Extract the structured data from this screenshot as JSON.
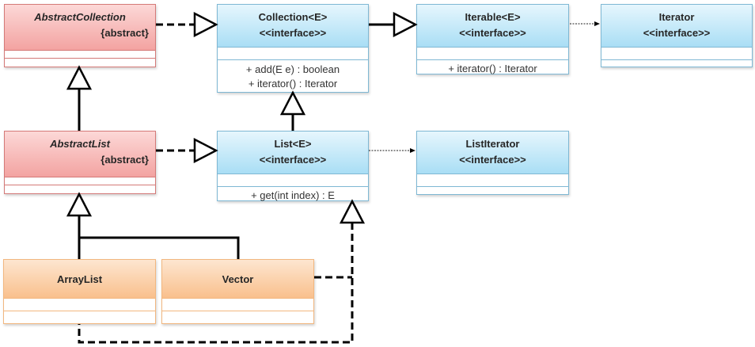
{
  "diagram": {
    "type": "UML class diagram",
    "classes": [
      {
        "id": "abstract-collection",
        "name": "AbstractCollection",
        "stereotype": "{abstract}",
        "kind": "abstract",
        "attributes": [],
        "operations": []
      },
      {
        "id": "collection",
        "name": "Collection<E>",
        "stereotype": "<<interface>>",
        "kind": "interface",
        "attributes": [],
        "operations": [
          "+ add(E e) : boolean",
          "+ iterator() : Iterator"
        ]
      },
      {
        "id": "iterable",
        "name": "Iterable<E>",
        "stereotype": "<<interface>>",
        "kind": "interface",
        "attributes": [],
        "operations": [
          "+ iterator() : Iterator"
        ]
      },
      {
        "id": "iterator",
        "name": "Iterator",
        "stereotype": "<<interface>>",
        "kind": "interface",
        "attributes": [],
        "operations": []
      },
      {
        "id": "abstract-list",
        "name": "AbstractList",
        "stereotype": "{abstract}",
        "kind": "abstract",
        "attributes": [],
        "operations": []
      },
      {
        "id": "list",
        "name": "List<E>",
        "stereotype": "<<interface>>",
        "kind": "interface",
        "attributes": [],
        "operations": [
          "+ get(int index) : E"
        ]
      },
      {
        "id": "list-iterator",
        "name": "ListIterator",
        "stereotype": "<<interface>>",
        "kind": "interface",
        "attributes": [],
        "operations": []
      },
      {
        "id": "array-list",
        "name": "ArrayList",
        "stereotype": "",
        "kind": "concrete",
        "attributes": [],
        "operations": []
      },
      {
        "id": "vector",
        "name": "Vector",
        "stereotype": "",
        "kind": "concrete",
        "attributes": [],
        "operations": []
      }
    ],
    "relationships": [
      {
        "from": "abstract-collection",
        "to": "collection",
        "type": "realization"
      },
      {
        "from": "collection",
        "to": "iterable",
        "type": "generalization"
      },
      {
        "from": "iterable",
        "to": "iterator",
        "type": "dependency"
      },
      {
        "from": "abstract-list",
        "to": "abstract-collection",
        "type": "generalization"
      },
      {
        "from": "abstract-list",
        "to": "list",
        "type": "realization"
      },
      {
        "from": "list",
        "to": "collection",
        "type": "generalization"
      },
      {
        "from": "list",
        "to": "list-iterator",
        "type": "dependency"
      },
      {
        "from": "array-list",
        "to": "abstract-list",
        "type": "generalization"
      },
      {
        "from": "vector",
        "to": "abstract-list",
        "type": "generalization"
      },
      {
        "from": "array-list",
        "to": "list",
        "type": "realization"
      },
      {
        "from": "vector",
        "to": "list",
        "type": "realization"
      }
    ],
    "colors": {
      "abstract_fill": "#f3a3a1",
      "interface_fill": "#a9def5",
      "concrete_fill": "#f9c08d",
      "connector": "#000000"
    }
  }
}
